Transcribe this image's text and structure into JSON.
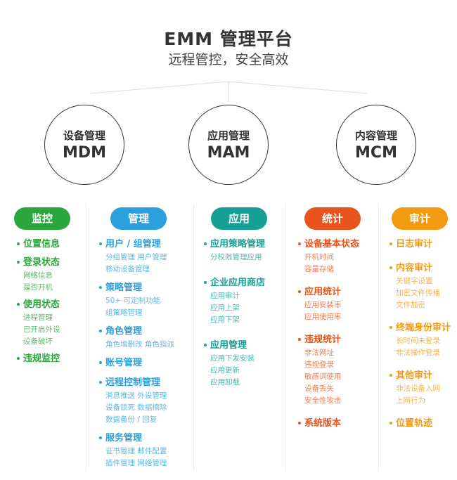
{
  "header": {
    "title": "EMM 管理平台",
    "subtitle": "远程管控，安全高效"
  },
  "modules": [
    {
      "cn": "设备管理",
      "en": "MDM"
    },
    {
      "cn": "应用管理",
      "en": "MAM"
    },
    {
      "cn": "内容管理",
      "en": "MCM"
    }
  ],
  "columns": [
    {
      "label": "监控",
      "color": "#2aa63c",
      "groups": [
        {
          "title": "位置信息",
          "items": []
        },
        {
          "title": "登录状态",
          "items": [
            "网络信息",
            "是否开机"
          ]
        },
        {
          "title": "使用状态",
          "items": [
            "进程管理",
            "已开启外设",
            "设备破坏"
          ]
        },
        {
          "title": "违规监控",
          "items": []
        }
      ]
    },
    {
      "label": "管理",
      "color": "#2ba0dc",
      "groups": [
        {
          "title": "用户 / 组管理",
          "items": [
            "分组管理  用户管理",
            "移动设备管理"
          ]
        },
        {
          "title": "策略管理",
          "items": [
            "50+ 可定制功能",
            "组策略管理"
          ]
        },
        {
          "title": "角色管理",
          "items": [
            "角色增删改  角色指派"
          ]
        },
        {
          "title": "账号管理",
          "items": []
        },
        {
          "title": "远程控制管理",
          "items": [
            "消息推送  外设管理",
            "设备锁死  数据擦除",
            "数据备份 / 回复"
          ]
        },
        {
          "title": "服务管理",
          "items": [
            "证书管理  邮件配置",
            "插件管理  网络管理"
          ]
        }
      ]
    },
    {
      "label": "应用",
      "color": "#16a095",
      "groups": [
        {
          "title": "应用策略管理",
          "items": [
            "分权限管理应用"
          ]
        },
        {
          "title": "企业应用商店",
          "items": [
            "应用审计",
            "应用上架",
            "应用下架"
          ]
        },
        {
          "title": "应用管理",
          "items": [
            "应用下发安装",
            "应用更新",
            "应用卸载"
          ]
        }
      ]
    },
    {
      "label": "统计",
      "color": "#e8541c",
      "groups": [
        {
          "title": "设备基本状态",
          "items": [
            "开机时间",
            "容量存储"
          ]
        },
        {
          "title": "应用统计",
          "items": [
            "应用安装率",
            "应用使用率"
          ]
        },
        {
          "title": "违规统计",
          "items": [
            "非法网址",
            "违规登录",
            "敏感词使用",
            "设备丢失",
            "安全性攻击"
          ]
        },
        {
          "title": "系统版本",
          "items": []
        }
      ]
    },
    {
      "label": "审计",
      "color": "#f39a12",
      "groups": [
        {
          "title": "日志审计",
          "items": []
        },
        {
          "title": "内容审计",
          "items": [
            "关键字设置",
            "加密文件传播",
            "文件加密"
          ]
        },
        {
          "title": "终端身份审计",
          "items": [
            "长时间未登录",
            "非法操作登录"
          ]
        },
        {
          "title": "其他审计",
          "items": [
            "非法设备入网",
            "上网行为"
          ]
        },
        {
          "title": "位置轨迹",
          "items": []
        }
      ]
    }
  ]
}
